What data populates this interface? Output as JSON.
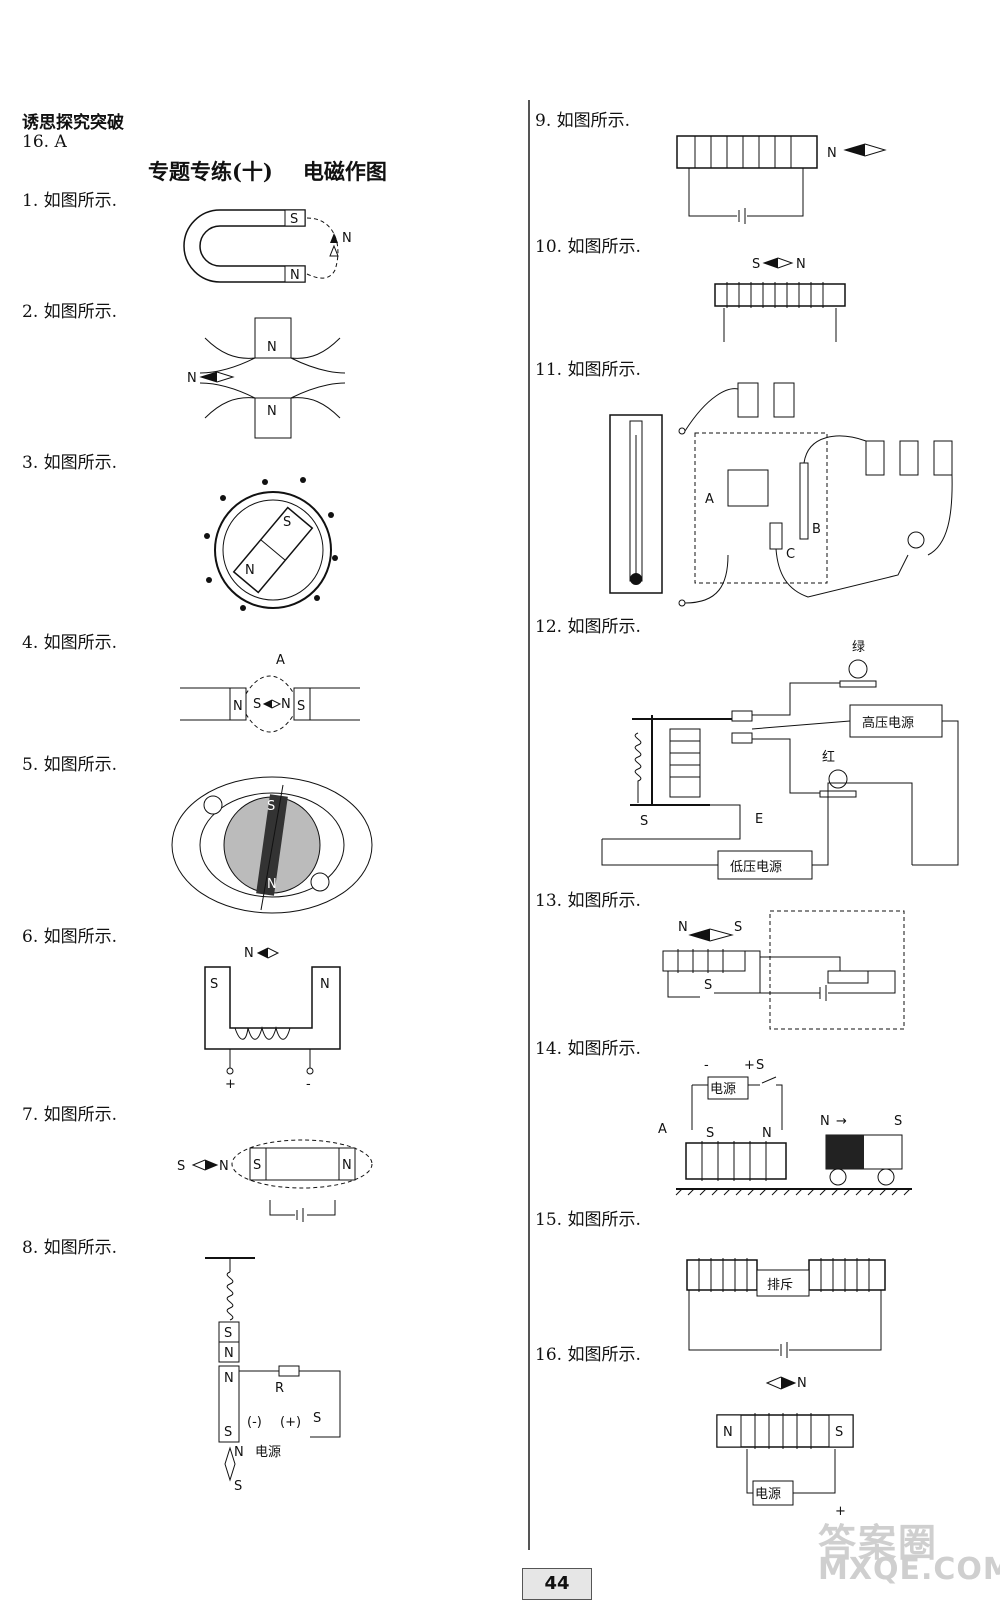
{
  "header": {
    "section": "诱思探究突破",
    "answer16": "16. A"
  },
  "title": {
    "part1": "专题专练(十)",
    "part2": "电磁作图"
  },
  "items": [
    {
      "label": "1. 如图所示."
    },
    {
      "label": "2. 如图所示."
    },
    {
      "label": "3. 如图所示."
    },
    {
      "label": "4. 如图所示."
    },
    {
      "label": "5. 如图所示."
    },
    {
      "label": "6. 如图所示."
    },
    {
      "label": "7. 如图所示."
    },
    {
      "label": "8. 如图所示."
    },
    {
      "label": "9. 如图所示."
    },
    {
      "label": "10. 如图所示."
    },
    {
      "label": "11. 如图所示."
    },
    {
      "label": "12. 如图所示."
    },
    {
      "label": "13. 如图所示."
    },
    {
      "label": "14. 如图所示."
    },
    {
      "label": "15. 如图所示."
    },
    {
      "label": "16. 如图所示."
    }
  ],
  "labels": {
    "N": "N",
    "S": "S",
    "A": "A",
    "B": "B",
    "C": "C",
    "E": "E",
    "R": "R",
    "plus": "+",
    "minus": "-",
    "neg_paren": "(-)",
    "pos_paren": "(+)",
    "power": "电源",
    "high_power": "高压电源",
    "low_power": "低压电源",
    "green": "绿",
    "red": "红",
    "repel": "排斥",
    "arrow_right": "→"
  },
  "page_number": "44",
  "watermark": {
    "line1": "答案圈",
    "line2": "MXQE.COM"
  }
}
